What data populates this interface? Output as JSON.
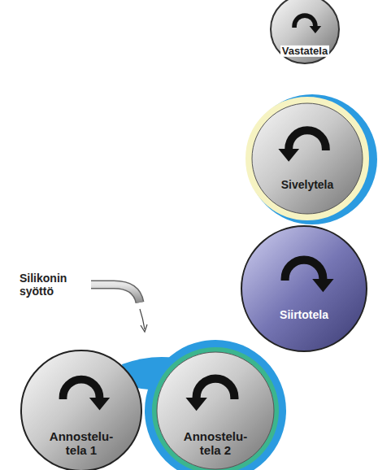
{
  "diagram": {
    "nodes": [
      {
        "text": [
          "Vastatela"
        ]
      },
      {
        "text": [
          "Sivelytela"
        ]
      },
      {
        "text": [
          "Siirtotela"
        ]
      },
      {
        "text": [
          "Annostelu- tela 1"
        ]
      },
      {
        "text": [
          "Annostelu- tela 2"
        ]
      }
    ],
    "labels": [
      "Silikonin syöttö"
    ]
  }
}
